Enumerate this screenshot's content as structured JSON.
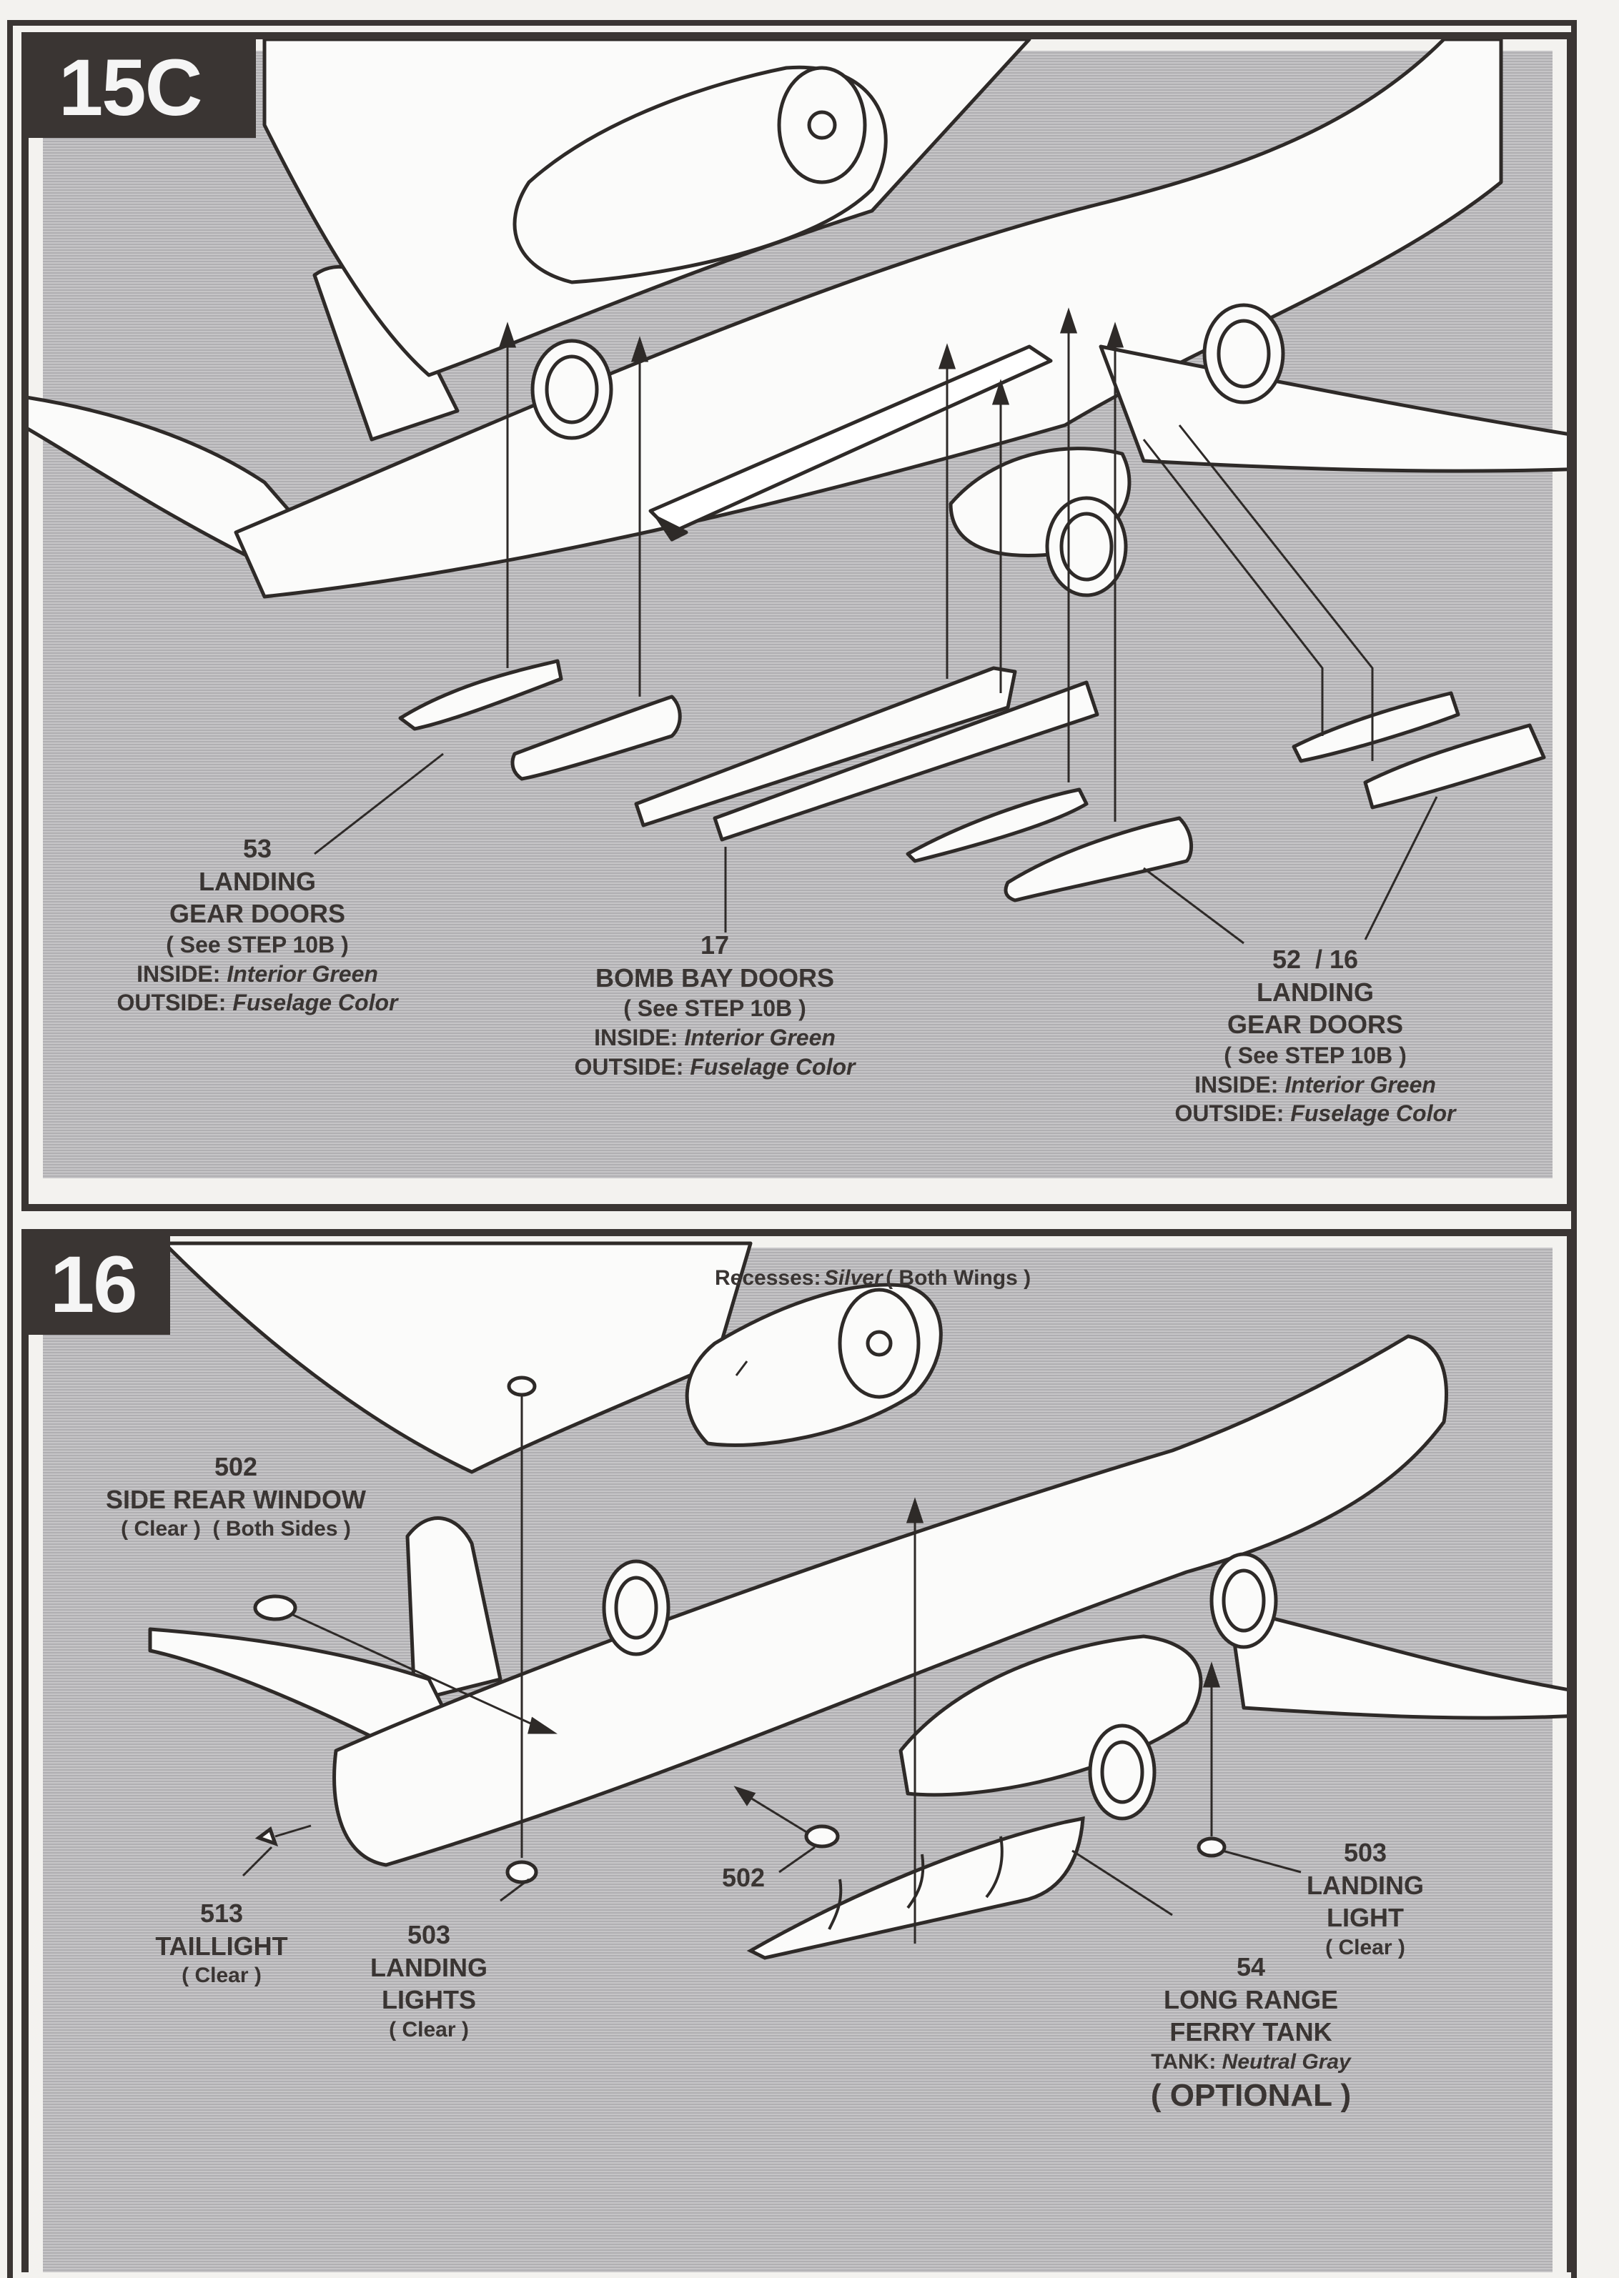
{
  "steps": [
    {
      "id": "15C",
      "callouts": [
        {
          "part": "53",
          "name_lines": [
            "LANDING",
            "GEAR DOORS"
          ],
          "reference": "( See STEP 10B )",
          "inside_label": "INSIDE:",
          "inside_color": "Interior Green",
          "outside_label": "OUTSIDE:",
          "outside_color": "Fuselage Color"
        },
        {
          "part": "17",
          "name_lines": [
            "BOMB BAY DOORS"
          ],
          "reference": "( See STEP 10B )",
          "inside_label": "INSIDE:",
          "inside_color": "Interior Green",
          "outside_label": "OUTSIDE:",
          "outside_color": "Fuselage Color"
        },
        {
          "part": "52  / 16",
          "name_lines": [
            "LANDING",
            "GEAR DOORS"
          ],
          "reference": "( See STEP 10B )",
          "inside_label": "INSIDE:",
          "inside_color": "Interior Green",
          "outside_label": "OUTSIDE:",
          "outside_color": "Fuselage Color"
        }
      ]
    },
    {
      "id": "16",
      "recesses_note": {
        "label": "Recesses:",
        "color": "Silver",
        "suffix": "( Both Wings )"
      },
      "callouts": [
        {
          "part": "502",
          "name_lines": [
            "SIDE REAR WINDOW"
          ],
          "note": "( Clear )  ( Both Sides )"
        },
        {
          "part": "513",
          "name_lines": [
            "TAILLIGHT"
          ],
          "note": "( Clear )"
        },
        {
          "part": "503",
          "name_lines": [
            "LANDING",
            "LIGHTS"
          ],
          "note": "( Clear )"
        },
        {
          "part": "502",
          "name_lines": [],
          "note": ""
        },
        {
          "part": "503",
          "name_lines": [
            "LANDING",
            "LIGHT"
          ],
          "note": "( Clear )"
        },
        {
          "part": "54",
          "name_lines": [
            "LONG RANGE",
            "FERRY TANK"
          ],
          "paint_label": "TANK:",
          "paint_color": "Neutral Gray",
          "optional": "( OPTIONAL )"
        }
      ]
    }
  ]
}
